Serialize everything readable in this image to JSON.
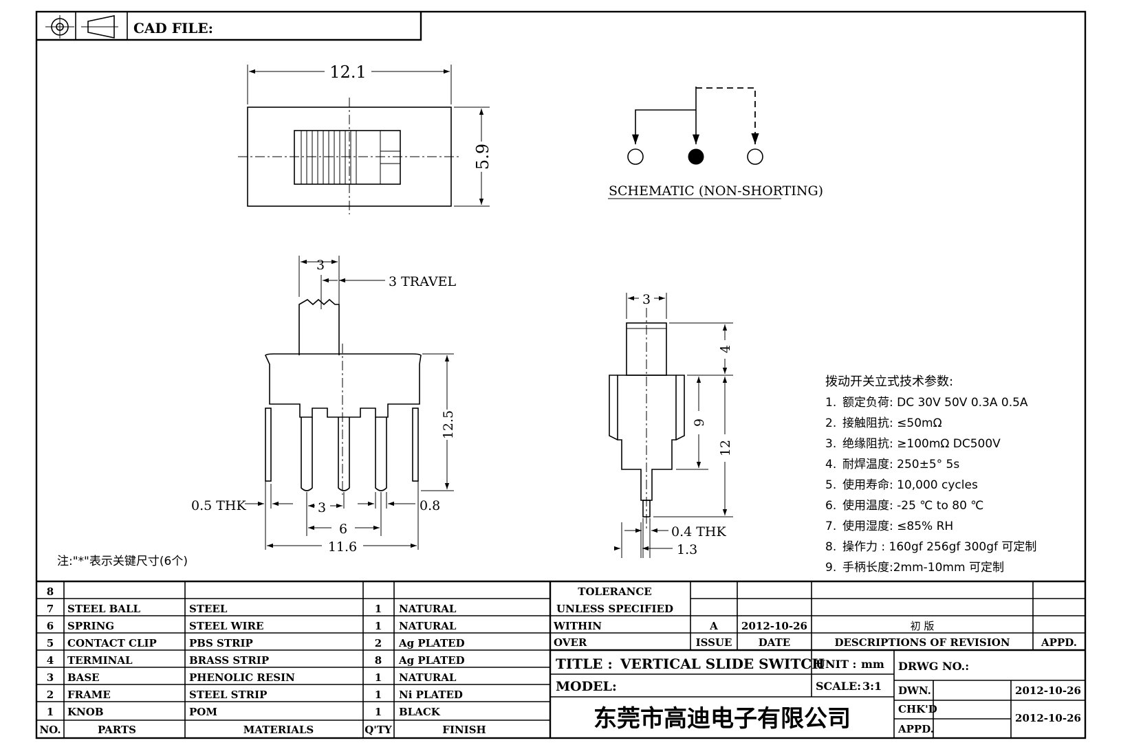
{
  "header": {
    "cad_file_label": "CAD FILE:",
    "projection_symbol_icon": "third-angle-projection-icon"
  },
  "top_view": {
    "width_dim": "12.1",
    "height_dim": "5.9"
  },
  "schematic": {
    "label": "SCHEMATIC (NON-SHORTING)"
  },
  "front_view": {
    "knob_width": "3",
    "travel": "3 TRAVEL",
    "height": "12.5",
    "thickness": "0.5 THK",
    "pin_pitch": "3",
    "pin_width": "0.8",
    "outer_pins": "6",
    "overall_width": "11.6"
  },
  "side_view": {
    "knob_width": "3",
    "knob_height": "4",
    "pin_length": "9",
    "height": "12",
    "thickness": "0.4 THK",
    "pin_width": "1.3"
  },
  "note": "注:\"*\"表示关键尺寸(6个)",
  "specs": {
    "title": "拨动开关立式技术参数:",
    "items": [
      {
        "no": "1.",
        "text": "额定负荷: DC 30V    50V    0.3A    0.5A"
      },
      {
        "no": "2.",
        "text": "接触阻抗: ≤50mΩ"
      },
      {
        "no": "3.",
        "text": "绝缘阻抗: ≥100mΩ   DC500V"
      },
      {
        "no": "4.",
        "text": "耐焊温度: 250±5°  5s"
      },
      {
        "no": "5.",
        "text": "使用寿命: 10,000 cycles"
      },
      {
        "no": "6.",
        "text": "使用温度: -25  ℃  to 80  ℃"
      },
      {
        "no": "7.",
        "text": "使用湿度: ≤85% RH"
      },
      {
        "no": "8.",
        "text": "操作力 : 160gf    256gf    300gf  可定制"
      },
      {
        "no": "9.",
        "text": "手柄长度:2mm-10mm   可定制"
      }
    ]
  },
  "bom": {
    "headers": {
      "no": "NO.",
      "parts": "PARTS",
      "materials": "MATERIALS",
      "qty": "Q'TY",
      "finish": "FINISH"
    },
    "rows": [
      {
        "no": "8",
        "part": "",
        "material": "",
        "qty": "",
        "finish": ""
      },
      {
        "no": "7",
        "part": "STEEL BALL",
        "material": "STEEL",
        "qty": "1",
        "finish": "NATURAL"
      },
      {
        "no": "6",
        "part": "SPRING",
        "material": "STEEL WIRE",
        "qty": "1",
        "finish": "NATURAL"
      },
      {
        "no": "5",
        "part": "CONTACT CLIP",
        "material": "PBS STRIP",
        "qty": "2",
        "finish": "Ag PLATED"
      },
      {
        "no": "4",
        "part": "TERMINAL",
        "material": "BRASS STRIP",
        "qty": "8",
        "finish": "Ag PLATED"
      },
      {
        "no": "3",
        "part": "BASE",
        "material": "PHENOLIC RESIN",
        "qty": "1",
        "finish": "NATURAL"
      },
      {
        "no": "2",
        "part": "FRAME",
        "material": "STEEL STRIP",
        "qty": "1",
        "finish": "Ni PLATED"
      },
      {
        "no": "1",
        "part": "KNOB",
        "material": "POM",
        "qty": "1",
        "finish": "BLACK"
      }
    ]
  },
  "title_block": {
    "tolerance_line1": "TOLERANCE",
    "tolerance_line2": "UNLESS   SPECIFIED",
    "within": "WITHIN",
    "over": "OVER",
    "revision_issue": "A",
    "revision_date": "2012-10-26",
    "revision_desc": "初   版",
    "issue_label": "ISSUE",
    "date_label": "DATE",
    "desc_label": "DESCRIPTIONS OF REVISION",
    "appd_label": "APPD.",
    "title_label": "TITLE :",
    "title_value": "VERTICAL SLIDE SWITCH",
    "unit_label": "UNIT :",
    "unit_value": "mm",
    "drwg_label": "DRWG NO.:",
    "model_label": "MODEL:",
    "scale_label": "SCALE:",
    "scale_value": "3:1",
    "dwn_label": "DWN.",
    "dwn_date": "2012-10-26",
    "chkd_label": "CHK'D",
    "chkd_date": "2012-10-26",
    "appd2_label": "APPD.",
    "company": "东莞市高迪电子有限公司"
  }
}
